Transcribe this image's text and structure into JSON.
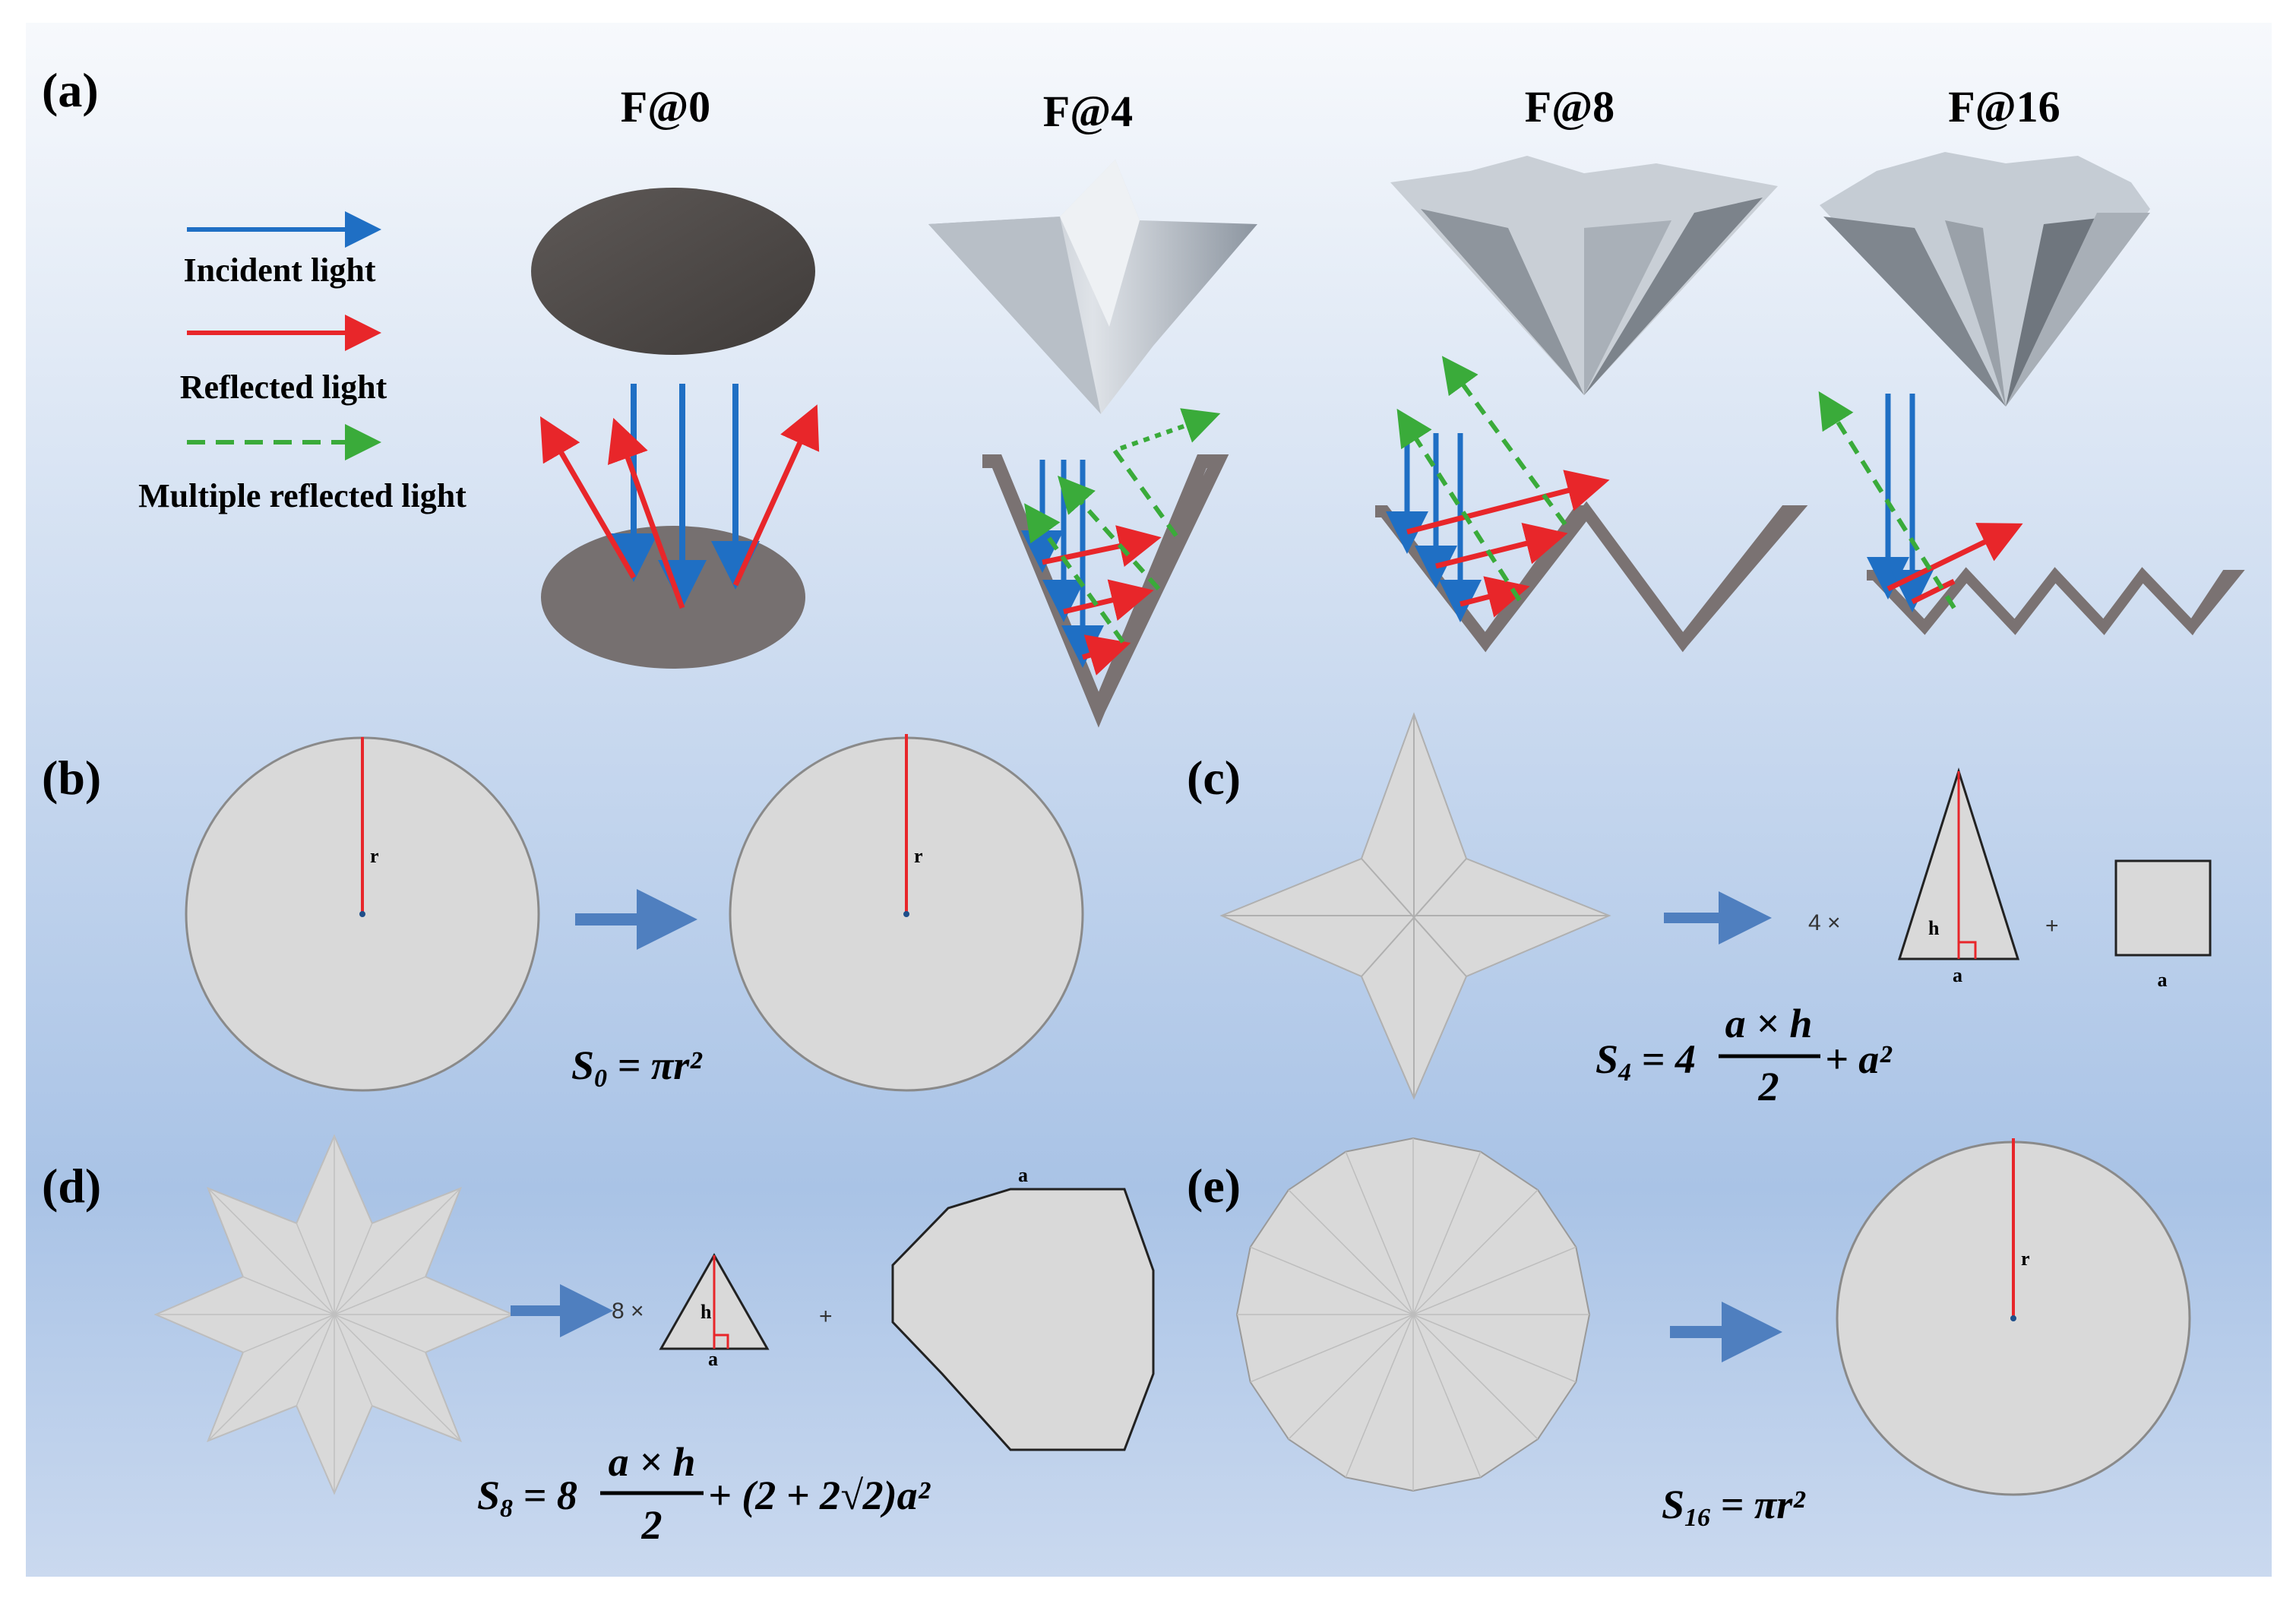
{
  "panels": {
    "a": "(a)",
    "b": "(b)",
    "c": "(c)",
    "d": "(d)",
    "e": "(e)"
  },
  "columns": {
    "f0": "F@0",
    "f4": "F@4",
    "f8": "F@8",
    "f16": "F@16"
  },
  "legend": {
    "incident": "Incident light",
    "reflected": "Reflected light",
    "multiple": "Multiple reflected light"
  },
  "labels": {
    "r": "r",
    "h": "h",
    "a": "a",
    "times4": "4 ×",
    "times8": "8 ×",
    "plus": "+"
  },
  "formulas": {
    "s0": {
      "lhs": "S",
      "sub": "0",
      "rhs": " = πr²"
    },
    "s4": {
      "lhs": "S",
      "sub": "4",
      "coef": " = 4",
      "num": "a × h",
      "den": "2",
      "tail": " + a²"
    },
    "s8": {
      "lhs": "S",
      "sub": "8",
      "coef": " = 8",
      "num": "a × h",
      "den": "2",
      "tail": " + (2 + 2√2)a²"
    },
    "s16": {
      "lhs": "S",
      "sub": "16",
      "rhs": " = πr²"
    }
  },
  "colors": {
    "incident": "#1f6fc4",
    "reflected": "#e8262a",
    "multiple": "#3aab3a",
    "process_arrow": "#4f7fbf",
    "shape_fill": "#d9d9d9",
    "groove": "#7a7272"
  }
}
